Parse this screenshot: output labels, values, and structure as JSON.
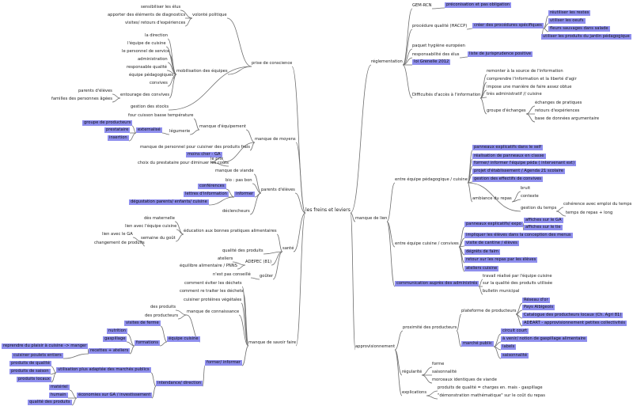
{
  "center": "les freins et leviers",
  "nodes": [
    {
      "id": "n1",
      "text": "GEM-RCN"
    },
    {
      "id": "n2",
      "text": "préconisation et pas obligation",
      "hl": true
    },
    {
      "id": "n3",
      "text": "procédure qualité (HACCP)"
    },
    {
      "id": "n4",
      "text": "créer des procédures spécifiques",
      "hl": true
    },
    {
      "id": "n5",
      "text": "réutiliser les restes",
      "hl": true
    },
    {
      "id": "n6",
      "text": "utiliser les oeufs",
      "hl": true
    },
    {
      "id": "n7",
      "text": "fleurs sauvages dans salade",
      "hl": true
    },
    {
      "id": "n8",
      "text": "utiliser les produits du jardin pédagogique",
      "hl": true
    },
    {
      "id": "n9",
      "text": "paquet hygiène européen"
    },
    {
      "id": "n10",
      "text": "responsabilité des élus"
    },
    {
      "id": "n11",
      "text": "liste de jurisprudence positive",
      "hl": true
    },
    {
      "id": "n12",
      "text": "loi Grenelle 2012",
      "hl": true
    },
    {
      "id": "n13",
      "text": "réglementation"
    },
    {
      "id": "n14",
      "text": "remonter à la source de l'information"
    },
    {
      "id": "n15",
      "text": "comprendre l'information et la liberté d'agir"
    },
    {
      "id": "n16",
      "text": "impose une manière de faire assez obtue"
    },
    {
      "id": "n17",
      "text": "très administratif // cuisine"
    },
    {
      "id": "n18",
      "text": "Difficultés d'accès à l'information"
    },
    {
      "id": "n19",
      "text": "échanges de pratiques"
    },
    {
      "id": "n20",
      "text": "retours d'expériences"
    },
    {
      "id": "n21",
      "text": "groupe d'échanges"
    },
    {
      "id": "n22",
      "text": "base de données argumentaire"
    },
    {
      "id": "n23",
      "text": "panneaux explicatifs dans le self",
      "hl": true
    },
    {
      "id": "n24",
      "text": "réalisation de panneaux en classe",
      "hl": true
    },
    {
      "id": "n25",
      "text": "former/ informer l'équipe péda ( intervenant ext)",
      "hl": true
    },
    {
      "id": "n26",
      "text": "projet d'établissement / Agenda 21 scolaire",
      "hl": true
    },
    {
      "id": "n27",
      "text": "gestion des effectifs de convives",
      "hl": true
    },
    {
      "id": "n28",
      "text": "entre équipe pédagogique / cuisine"
    },
    {
      "id": "n29",
      "text": "bruit"
    },
    {
      "id": "n30",
      "text": "ambiance du repas"
    },
    {
      "id": "n31",
      "text": "contexte"
    },
    {
      "id": "n32",
      "text": "cohérence avec emploi du temps"
    },
    {
      "id": "n33",
      "text": "gestion du temps"
    },
    {
      "id": "n34",
      "text": "temps de repas + long"
    },
    {
      "id": "n35",
      "text": "manque de lien"
    },
    {
      "id": "n36",
      "text": "affiches sur le GA",
      "hl": true
    },
    {
      "id": "n37",
      "text": "panneaux explicatifs/ expo",
      "hl": true
    },
    {
      "id": "n38",
      "text": "affiches sur le tie",
      "hl": true
    },
    {
      "id": "n39",
      "text": "impliquer les élèves dans la conception des menus",
      "hl": true
    },
    {
      "id": "n40",
      "text": "entre équipe cuisine / convives"
    },
    {
      "id": "n41",
      "text": "visite de cantine / élèves",
      "hl": true
    },
    {
      "id": "n42",
      "text": "dégréts de faim",
      "hl": true
    },
    {
      "id": "n43",
      "text": "retour sur les repas par les élèves",
      "hl": true
    },
    {
      "id": "n44",
      "text": "ateliers cuisine",
      "hl": true
    },
    {
      "id": "n45",
      "text": "travail réalisé par l'équipe cuisine"
    },
    {
      "id": "n46",
      "text": "communication auprès des administrés",
      "hl": true
    },
    {
      "id": "n47",
      "text": "sur la qualité des produits utilisée"
    },
    {
      "id": "n48",
      "text": "bulletin municipal"
    },
    {
      "id": "n49",
      "text": "Réseau d'or",
      "hl": true
    },
    {
      "id": "n50",
      "text": "plateforme de producteurs"
    },
    {
      "id": "n51",
      "text": "Pays Albigeois",
      "hl": true
    },
    {
      "id": "n52",
      "text": "Catalogue des producteurs locaux (Ch. Agri 81)",
      "hl": true
    },
    {
      "id": "n53",
      "text": "ADEART - approvisionnement petites collectivités",
      "hl": true
    },
    {
      "id": "n54",
      "text": "proximité des producteurs"
    },
    {
      "id": "n55",
      "text": "circuit court",
      "hl": true
    },
    {
      "id": "n56",
      "text": "à venir/ notion de gaspillage alimentaire",
      "hl": true
    },
    {
      "id": "n57",
      "text": "marché public",
      "hl": true
    },
    {
      "id": "n58",
      "text": "labels",
      "hl": true
    },
    {
      "id": "n59",
      "text": "saisonnalité",
      "hl": true
    },
    {
      "id": "n60",
      "text": "approvisionnement"
    },
    {
      "id": "n61",
      "text": "forme"
    },
    {
      "id": "n62",
      "text": "saisonnalité"
    },
    {
      "id": "n63",
      "text": "régularité"
    },
    {
      "id": "n64",
      "text": "morceaux identiques de viande"
    },
    {
      "id": "n65",
      "text": "produits de qualité = charges en. mais - gaspillage"
    },
    {
      "id": "n66",
      "text": "explications"
    },
    {
      "id": "n67",
      "text": "\"démonstration mathématique\" sur le coût du repas"
    },
    {
      "id": "n68",
      "text": "sensibiliser les élus"
    },
    {
      "id": "n69",
      "text": "apporter des éléments de diagnostics"
    },
    {
      "id": "n70",
      "text": "volonté politique"
    },
    {
      "id": "n71",
      "text": "visites/ retours d'expériences"
    },
    {
      "id": "n72",
      "text": "prise de conscience"
    },
    {
      "id": "n73",
      "text": "la direction"
    },
    {
      "id": "n74",
      "text": "l'équipe de cuisine"
    },
    {
      "id": "n75",
      "text": "le personnel de service"
    },
    {
      "id": "n76",
      "text": "administration"
    },
    {
      "id": "n77",
      "text": "mobilisation des équipes"
    },
    {
      "id": "n78",
      "text": "responsable qualité"
    },
    {
      "id": "n79",
      "text": "équipe pédagogiques"
    },
    {
      "id": "n80",
      "text": "convives"
    },
    {
      "id": "n81",
      "text": "parents d'élèves"
    },
    {
      "id": "n82",
      "text": "entourage des convives"
    },
    {
      "id": "n83",
      "text": "familles des personnes âgées"
    },
    {
      "id": "n84",
      "text": "gestion des stocks"
    },
    {
      "id": "n85",
      "text": "four cuisson basse température"
    },
    {
      "id": "n86",
      "text": "groupe de producteurs",
      "hl": true
    },
    {
      "id": "n87",
      "text": "manque d'équipement"
    },
    {
      "id": "n88",
      "text": "prestataire",
      "hl": true
    },
    {
      "id": "n89",
      "text": "externalisé",
      "hl": true
    },
    {
      "id": "n90",
      "text": "légumerie"
    },
    {
      "id": "n91",
      "text": "insertion",
      "hl": true
    },
    {
      "id": "n92",
      "text": "manque de moyens"
    },
    {
      "id": "n93",
      "text": "manque de personnel pour cuisiner des produits frais"
    },
    {
      "id": "n94",
      "text": "moins cher - GA",
      "hl": true
    },
    {
      "id": "n95",
      "text": "le prix"
    },
    {
      "id": "n96",
      "text": "choix du prestataire pour diminuer les coûts"
    },
    {
      "id": "n97",
      "text": "manque de viande"
    },
    {
      "id": "n98",
      "text": "bio : pas bon"
    },
    {
      "id": "n99",
      "text": "conférences",
      "hl": true
    },
    {
      "id": "n100",
      "text": "parents d'élèves"
    },
    {
      "id": "n101",
      "text": "lettres d'information",
      "hl": true
    },
    {
      "id": "n102",
      "text": "informer",
      "hl": true
    },
    {
      "id": "n103",
      "text": "dégustation parents/ enfants/ cuisine",
      "hl": true
    },
    {
      "id": "n104",
      "text": "déclencheurs"
    },
    {
      "id": "n105",
      "text": "dès maternelle"
    },
    {
      "id": "n106",
      "text": "lien avec l'équipe cuisine"
    },
    {
      "id": "n107",
      "text": "éducation aux bonnes pratiques alimentaires"
    },
    {
      "id": "n108",
      "text": "lien avec le GA"
    },
    {
      "id": "n109",
      "text": "semaine du goût"
    },
    {
      "id": "n110",
      "text": "changement de produits"
    },
    {
      "id": "n111",
      "text": "santé"
    },
    {
      "id": "n112",
      "text": "qualité des produits"
    },
    {
      "id": "n113",
      "text": "ateliers"
    },
    {
      "id": "n114",
      "text": "ADEPEC (81)"
    },
    {
      "id": "n115",
      "text": "équilibre alimentaire / PNNS"
    },
    {
      "id": "n116",
      "text": "goûter"
    },
    {
      "id": "n117",
      "text": "n'est pas conseillé"
    },
    {
      "id": "n118",
      "text": "comment éviter les déchets"
    },
    {
      "id": "n119",
      "text": "comment re traiter les déchets"
    },
    {
      "id": "n120",
      "text": "cuisiner protéines végétales"
    },
    {
      "id": "n121",
      "text": "des produits"
    },
    {
      "id": "n122",
      "text": "manque de connaissance"
    },
    {
      "id": "n123",
      "text": "des producteurs"
    },
    {
      "id": "n124",
      "text": "visites de ferme",
      "hl": true
    },
    {
      "id": "n125",
      "text": "nutrition",
      "hl": true
    },
    {
      "id": "n126",
      "text": "gaspillage",
      "hl": true
    },
    {
      "id": "n127",
      "text": "formations",
      "hl": true
    },
    {
      "id": "n128",
      "text": "équipe cuisine",
      "hl": true
    },
    {
      "id": "n129",
      "text": "reprendre du plaisir à cuisine -> manger",
      "hl": true
    },
    {
      "id": "n130",
      "text": "recettes + ateliers",
      "hl": true
    },
    {
      "id": "n131",
      "text": "cuisiner poulets entiers",
      "hl": true
    },
    {
      "id": "n132",
      "text": "manque de savoir faire"
    },
    {
      "id": "n133",
      "text": "former/ informer",
      "hl": true
    },
    {
      "id": "n134",
      "text": "produits de qualité",
      "hl": true
    },
    {
      "id": "n135",
      "text": "produits de saison",
      "hl": true
    },
    {
      "id": "n136",
      "text": "utilisation plus adaptée des marchés publics",
      "hl": true
    },
    {
      "id": "n137",
      "text": "produits locaux",
      "hl": true
    },
    {
      "id": "n138",
      "text": "intendance/ direction",
      "hl": true
    },
    {
      "id": "n139",
      "text": "matériel",
      "hl": true
    },
    {
      "id": "n140",
      "text": "humain",
      "hl": true
    },
    {
      "id": "n141",
      "text": "économies sur GA / investissement",
      "hl": true
    },
    {
      "id": "n142",
      "text": "qualité des produits",
      "hl": true
    }
  ]
}
